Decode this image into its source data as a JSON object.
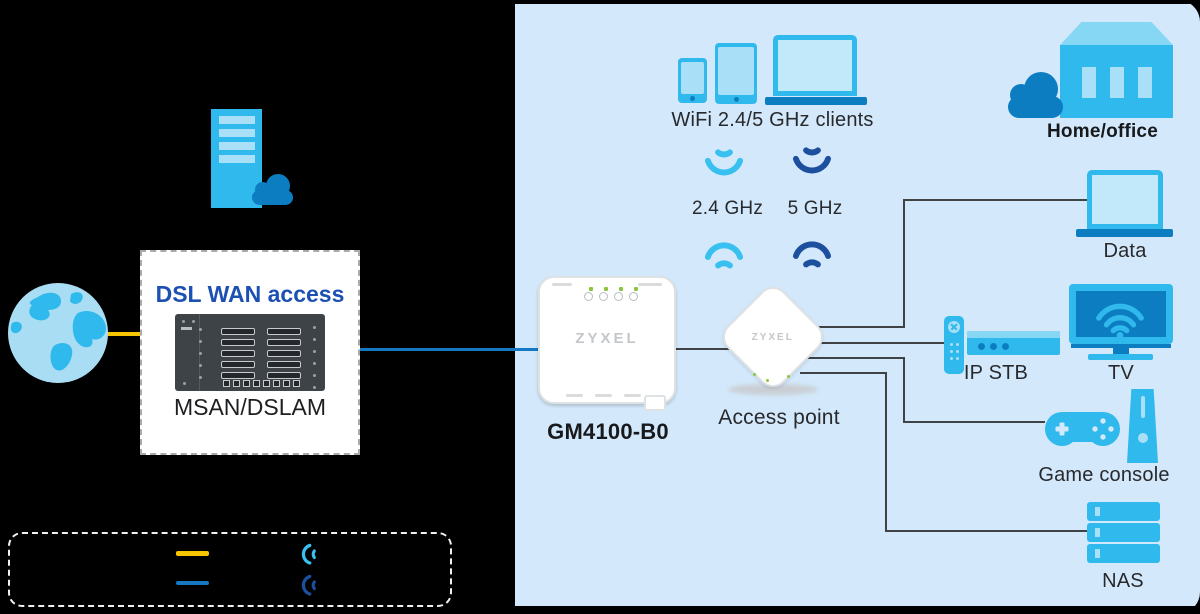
{
  "colors": {
    "panel": "#d3e9fb",
    "cyan": "#2fb9ec",
    "cyan-light": "#a9e0f7",
    "cyan-mid": "#85d7f4",
    "screen": "#c2e9fa",
    "navy": "#0d7dc1",
    "wifi-light": "#38c0f0",
    "wifi-dark": "#1d4f9f",
    "yellow": "#f7c600",
    "blue-line": "#1778c2",
    "line": "#3f4346",
    "title-blue": "#1d50b3",
    "ink": "#27292d",
    "rack": "#3d4347",
    "led-green": "#8cc63f",
    "brand-gray": "#c4c7ca",
    "globe-fill": "#a8ddf3"
  },
  "wan": {
    "title": "DSL WAN access",
    "device_label": "MSAN/DSLAM"
  },
  "router": {
    "model": "GM4100-B0",
    "brand": "ZYXEL"
  },
  "access_point": {
    "label": "Access point",
    "brand": "ZYXEL"
  },
  "wireless": {
    "clients_label": "WiFi 2.4/5 GHz clients",
    "band_24_label": "2.4 GHz",
    "band_5_label": "5 GHz"
  },
  "lan": {
    "site_label": "Home/office",
    "device_labels": {
      "data": "Data",
      "stb": "IP STB",
      "tv": "TV",
      "game": "Game console",
      "nas": "NAS"
    }
  }
}
